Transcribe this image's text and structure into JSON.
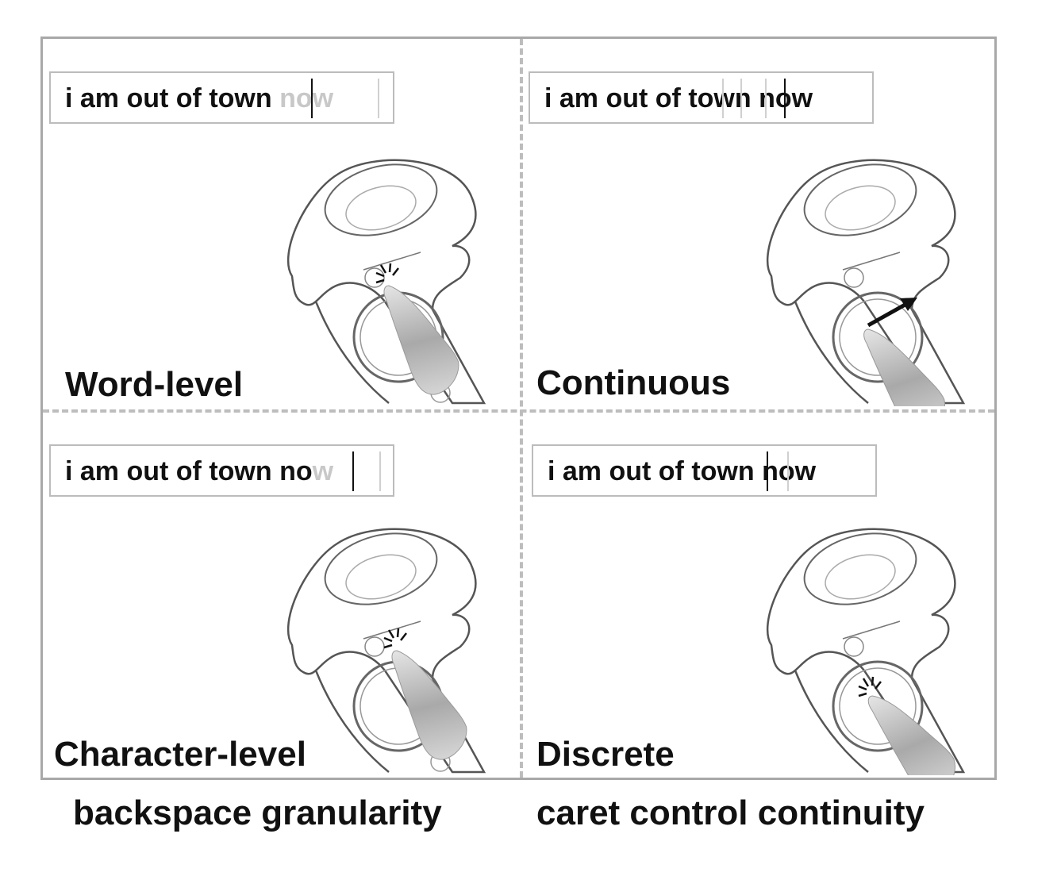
{
  "panels": {
    "word": {
      "text_main": "i am out of town ",
      "text_ghost": "now",
      "label": "Word-level"
    },
    "continuous": {
      "text_main": "i am out of town now",
      "label": "Continuous"
    },
    "character": {
      "text_main": "i am out of town no",
      "text_ghost": "w",
      "label": "Character-level"
    },
    "discrete": {
      "text_main": "i am out of town now",
      "label": "Discrete"
    }
  },
  "footer": {
    "left": "backspace granularity",
    "right": "caret control continuity"
  }
}
